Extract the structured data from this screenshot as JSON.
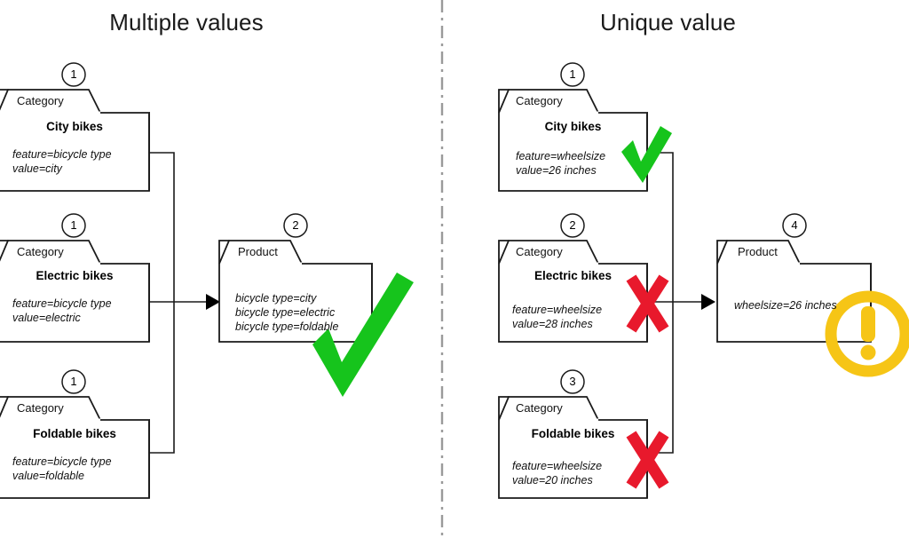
{
  "panels": [
    {
      "id": "multiple-values",
      "title": "Multiple values",
      "verdict": "valid",
      "verdict_icon": "green-check-icon",
      "categories": [
        {
          "badge": "1",
          "kind": "Category",
          "name": "City bikes",
          "attrs": [
            "feature=bicycle type",
            "value=city"
          ],
          "mark": "none"
        },
        {
          "badge": "1",
          "kind": "Category",
          "name": "Electric bikes",
          "attrs": [
            "feature=bicycle type",
            "value=electric"
          ],
          "mark": "none"
        },
        {
          "badge": "1",
          "kind": "Category",
          "name": "Foldable bikes",
          "attrs": [
            "feature=bicycle type",
            "value=foldable"
          ],
          "mark": "none"
        }
      ],
      "product": {
        "badge": "2",
        "kind": "Product",
        "attrs": [
          "bicycle type=city",
          "bicycle type=electric",
          "bicycle type=foldable"
        ]
      }
    },
    {
      "id": "unique-value",
      "title": "Unique value",
      "verdict": "warning",
      "verdict_icon": "yellow-warning-icon",
      "categories": [
        {
          "badge": "1",
          "kind": "Category",
          "name": "City bikes",
          "attrs": [
            "feature=wheelsize",
            "value=26 inches"
          ],
          "mark": "check"
        },
        {
          "badge": "2",
          "kind": "Category",
          "name": "Electric bikes",
          "attrs": [
            "feature=wheelsize",
            "value=28 inches"
          ],
          "mark": "cross"
        },
        {
          "badge": "3",
          "kind": "Category",
          "name": "Foldable bikes",
          "attrs": [
            "feature=wheelsize",
            "value=20 inches"
          ],
          "mark": "cross"
        }
      ],
      "product": {
        "badge": "4",
        "kind": "Product",
        "attrs": [
          "wheelsize=26 inches"
        ]
      }
    }
  ],
  "divider": {
    "name": "panel-divider",
    "style": "dash-dot-vertical"
  },
  "colors": {
    "check_green": "#16c41c",
    "cross_red": "#e8192c",
    "warning_yellow": "#f6c516",
    "stroke_black": "#1a1a1a",
    "divider_gray": "#9a9a9a",
    "background": "#ffffff"
  }
}
